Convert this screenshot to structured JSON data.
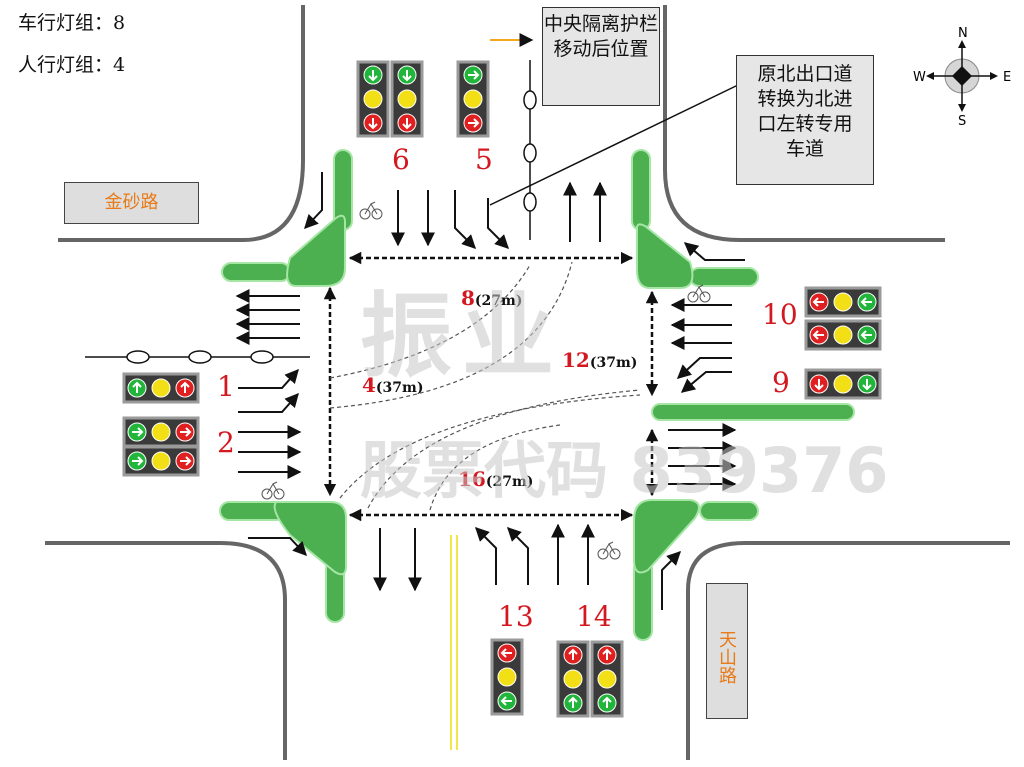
{
  "info": {
    "vehicle_groups": "车行灯组：8",
    "ped_groups": "人行灯组：4"
  },
  "roads": {
    "west": "金砂路",
    "south": "天山路"
  },
  "callouts": {
    "barrier": "中央隔离护栏移动后位置",
    "north_exit": "原北出口道转换为北进口左转专用车道"
  },
  "compass": {
    "n": "N",
    "s": "S",
    "w": "W",
    "e": "E"
  },
  "signal_groups": [
    "1",
    "2",
    "5",
    "6",
    "9",
    "10",
    "13",
    "14"
  ],
  "ped_crossings": [
    {
      "num": "8",
      "dist": "(27m)"
    },
    {
      "num": "4",
      "dist": "(37m)"
    },
    {
      "num": "12",
      "dist": "(37m)"
    },
    {
      "num": "16",
      "dist": "(27m)"
    }
  ],
  "watermark": {
    "top": "振业",
    "bottom": "股票代码  839376"
  },
  "colors": {
    "island": "#4caf50",
    "arrow": "#111111",
    "group_number": "#d4181f",
    "road_name": "#e87b18",
    "signal_red": "#e02020",
    "signal_yellow": "#f2df16",
    "signal_green": "#22b53b"
  }
}
